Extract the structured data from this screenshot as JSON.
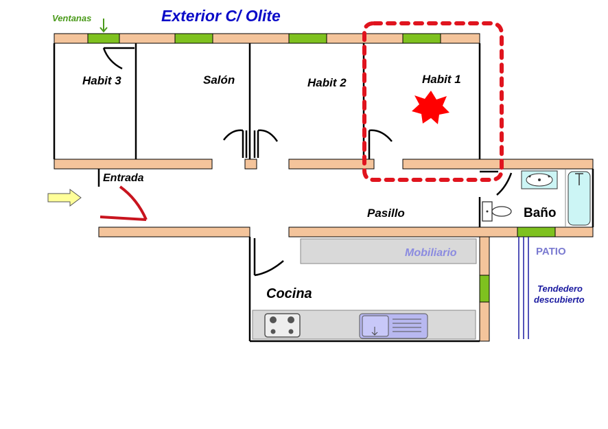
{
  "title": "Exterior C/ Olite",
  "windows_label": "Ventanas",
  "rooms": {
    "habit3": "Habit 3",
    "salon": "Salón",
    "habit2": "Habit 2",
    "habit1": "Habit 1",
    "entrada": "Entrada",
    "pasillo": "Pasillo",
    "bano": "Baño",
    "cocina": "Cocina"
  },
  "mobiliario": "Mobiliario",
  "patio": "PATIO",
  "tendedero_line1": "Tendedero",
  "tendedero_line2": "descubierto",
  "colors": {
    "title": "#0a0ac8",
    "windows_label": "#4a9a1a",
    "wall": "#f4c49b",
    "window": "#7ec11f",
    "highlight": "#e0141e",
    "patio": "#7a7ad0",
    "tendedero": "#1a1aa0",
    "mobiliario": "#8b8be0"
  }
}
